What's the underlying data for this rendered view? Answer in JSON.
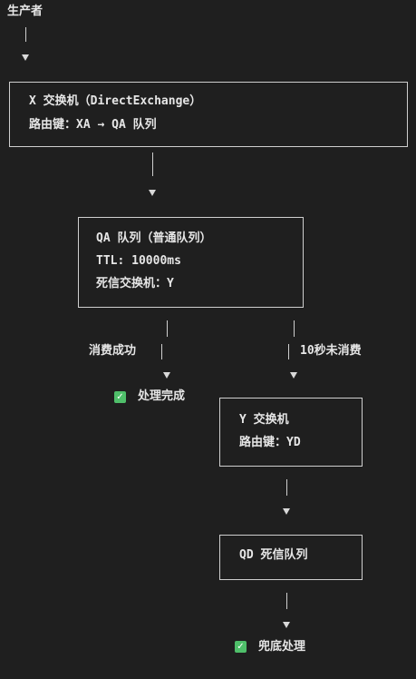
{
  "producer_label": "生产者",
  "box_x": {
    "line1": "X 交换机（DirectExchange）",
    "line2": "路由键：XA → QA 队列"
  },
  "box_qa": {
    "line1": "QA 队列（普通队列）",
    "line2": "TTL: 10000ms",
    "line3": "死信交换机：Y"
  },
  "branch_left_label": "消费成功",
  "branch_right_label": "10秒未消费",
  "result_left": {
    "icon": "check-icon",
    "text": "处理完成"
  },
  "box_y": {
    "line1": "Y 交换机",
    "line2": "路由键：YD"
  },
  "box_qd": {
    "line1": "QD 死信队列"
  },
  "result_bottom": {
    "icon": "check-icon",
    "text": "兜底处理"
  },
  "colors": {
    "background": "#1f1f1f",
    "text": "#e6e6e6",
    "check": "#4fbf6a"
  }
}
